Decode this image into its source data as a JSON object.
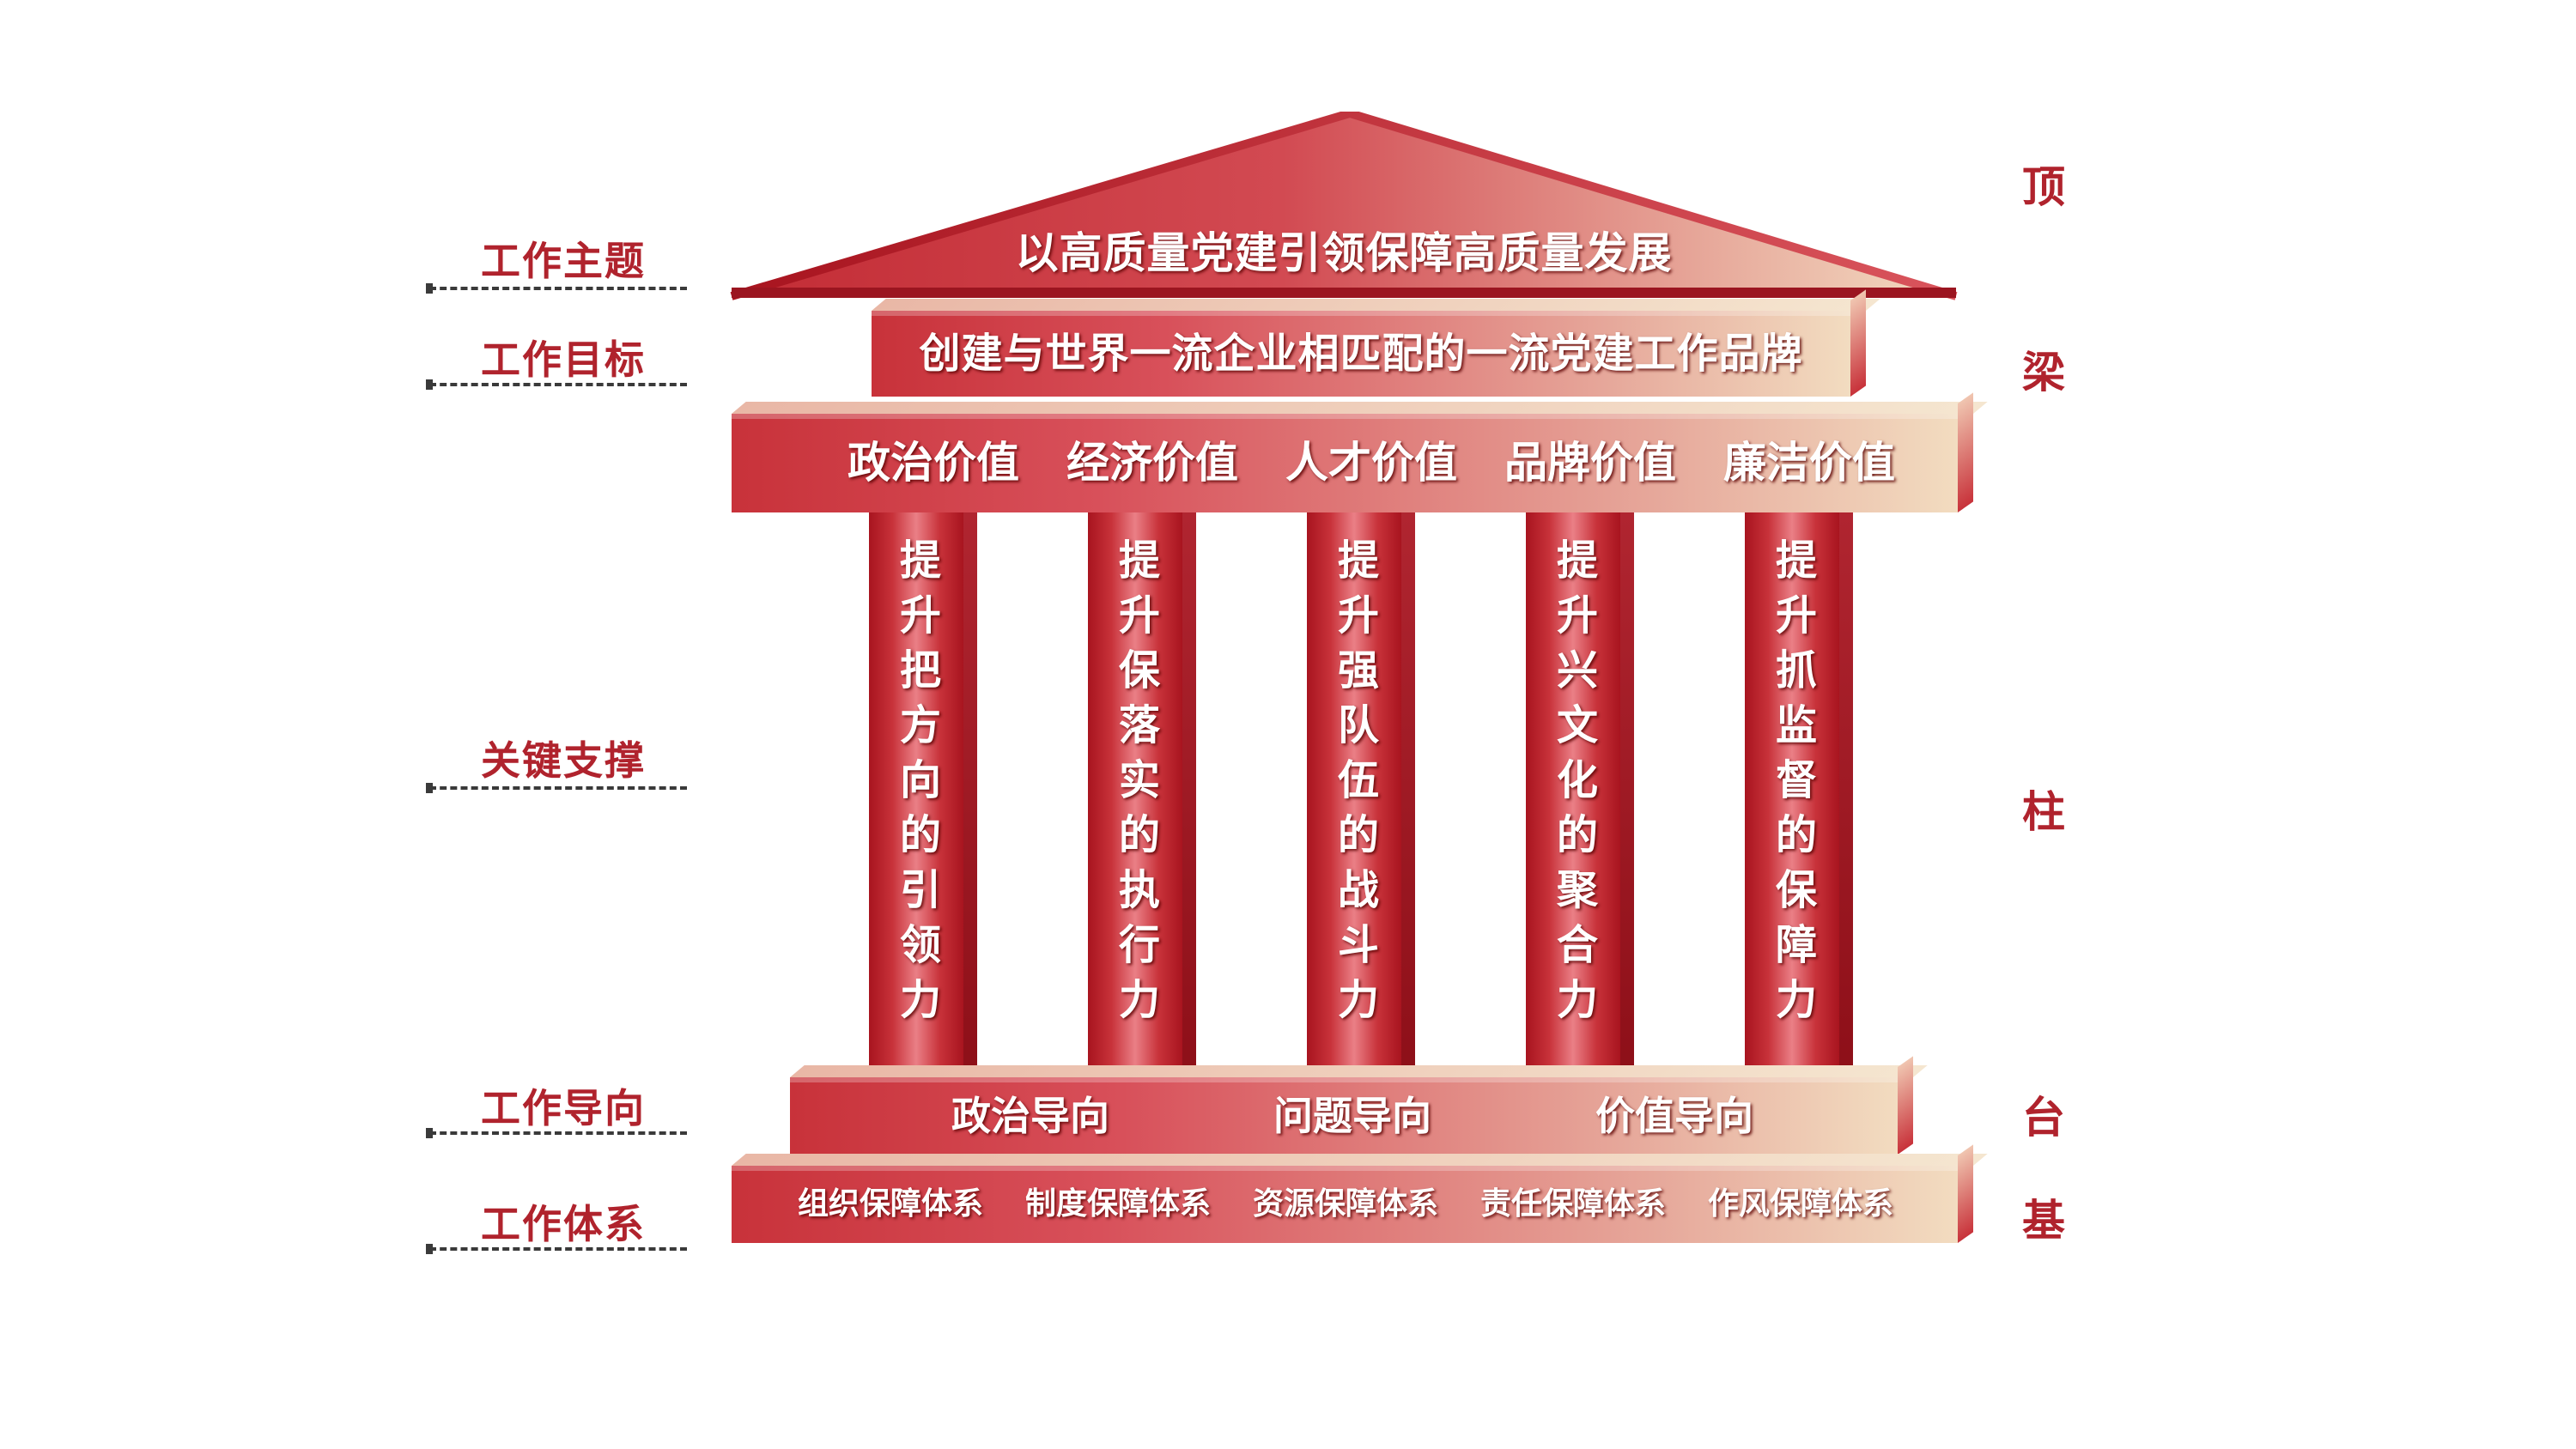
{
  "left_labels": {
    "theme": "工作主题",
    "goal": "工作目标",
    "support": "关键支撑",
    "orientation": "工作导向",
    "system": "工作体系"
  },
  "right_labels": {
    "top": "顶",
    "beam": "梁",
    "pillar": "柱",
    "platform": "台",
    "base": "基"
  },
  "roof": {
    "text": "以高质量党建引领保障高质量发展"
  },
  "goal_beam": {
    "text": "创建与世界一流企业相匹配的一流党建工作品牌"
  },
  "values": [
    "政治价值",
    "经济价值",
    "人才价值",
    "品牌价值",
    "廉洁价值"
  ],
  "pillars": [
    "提升把方向的引领力",
    "提升保落实的执行力",
    "提升强队伍的战斗力",
    "提升兴文化的聚合力",
    "提升抓监督的保障力"
  ],
  "orientations": [
    "政治导向",
    "问题导向",
    "价值导向"
  ],
  "systems": [
    "组织保障体系",
    "制度保障体系",
    "资源保障体系",
    "责任保障体系",
    "作风保障体系"
  ],
  "colors": {
    "primary_red": "#c8323a",
    "label_red": "#b0232d",
    "light_gold": "#f2dcc0"
  }
}
